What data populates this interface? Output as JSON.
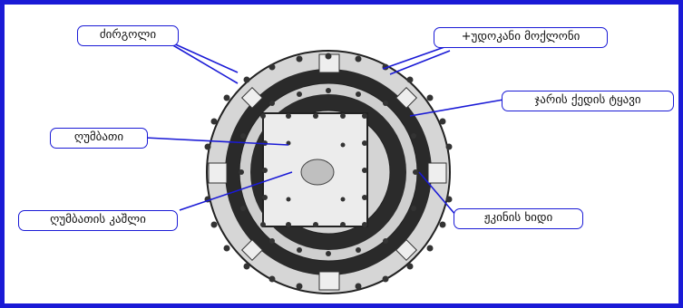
{
  "labels": {
    "rim": "ძირგოლი",
    "tudo_border": "+უდოკანი მოქლონი",
    "shield_outer_ring": "ჯარის ქედის ტყავი",
    "boss": "ღუმბათი",
    "boss_base": "ღუმბათის კაშლი",
    "leather_band": "ჟკინის ხიდი"
  },
  "colors": {
    "frame": "#1a1ad6",
    "leader": "#1a1ad6",
    "shield_dark": "#262626",
    "shield_light": "#d8d8d8"
  }
}
